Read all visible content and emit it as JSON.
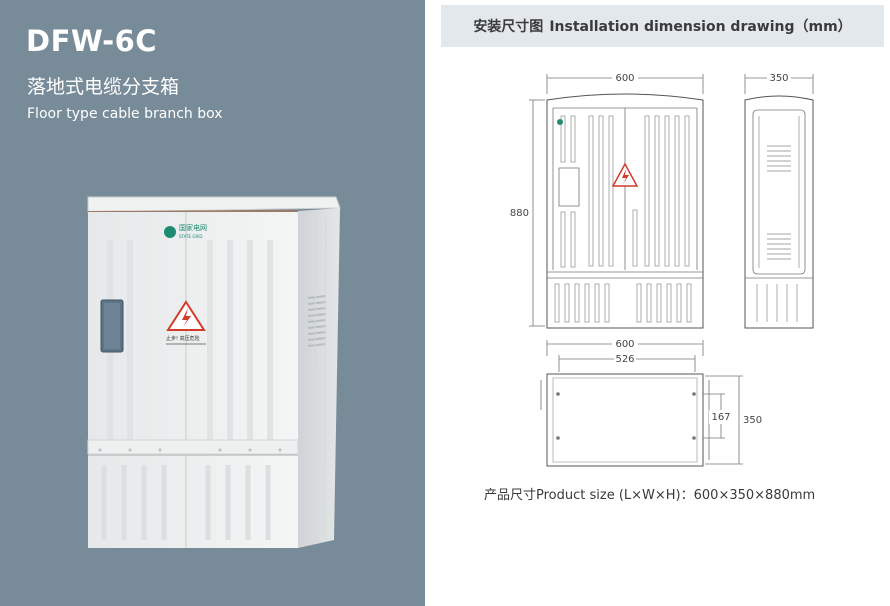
{
  "product": {
    "model": "DFW-6C",
    "name_cn": "落地式电缆分支箱",
    "name_en": "Floor type cable branch box",
    "door_logo_cn": "国家电网",
    "door_logo_en": "STATE GRID",
    "warning_text": "止步! 高压危险"
  },
  "drawing": {
    "title_cn": "安装尺寸图",
    "title_en": "Installation dimension drawing（mm）",
    "front_width": "600",
    "height": "880",
    "side_depth": "350",
    "base_width": "600",
    "base_inner_width": "526",
    "base_inner_depth": "167",
    "base_depth": "350"
  },
  "product_size": "产品尺寸Product size (L×W×H)：600×350×880mm",
  "colors": {
    "panel_bg": "#788b99",
    "title_bar_bg": "#e2e8ec",
    "logo_green": "#1f8c72",
    "warning_red": "#d23b2a"
  }
}
